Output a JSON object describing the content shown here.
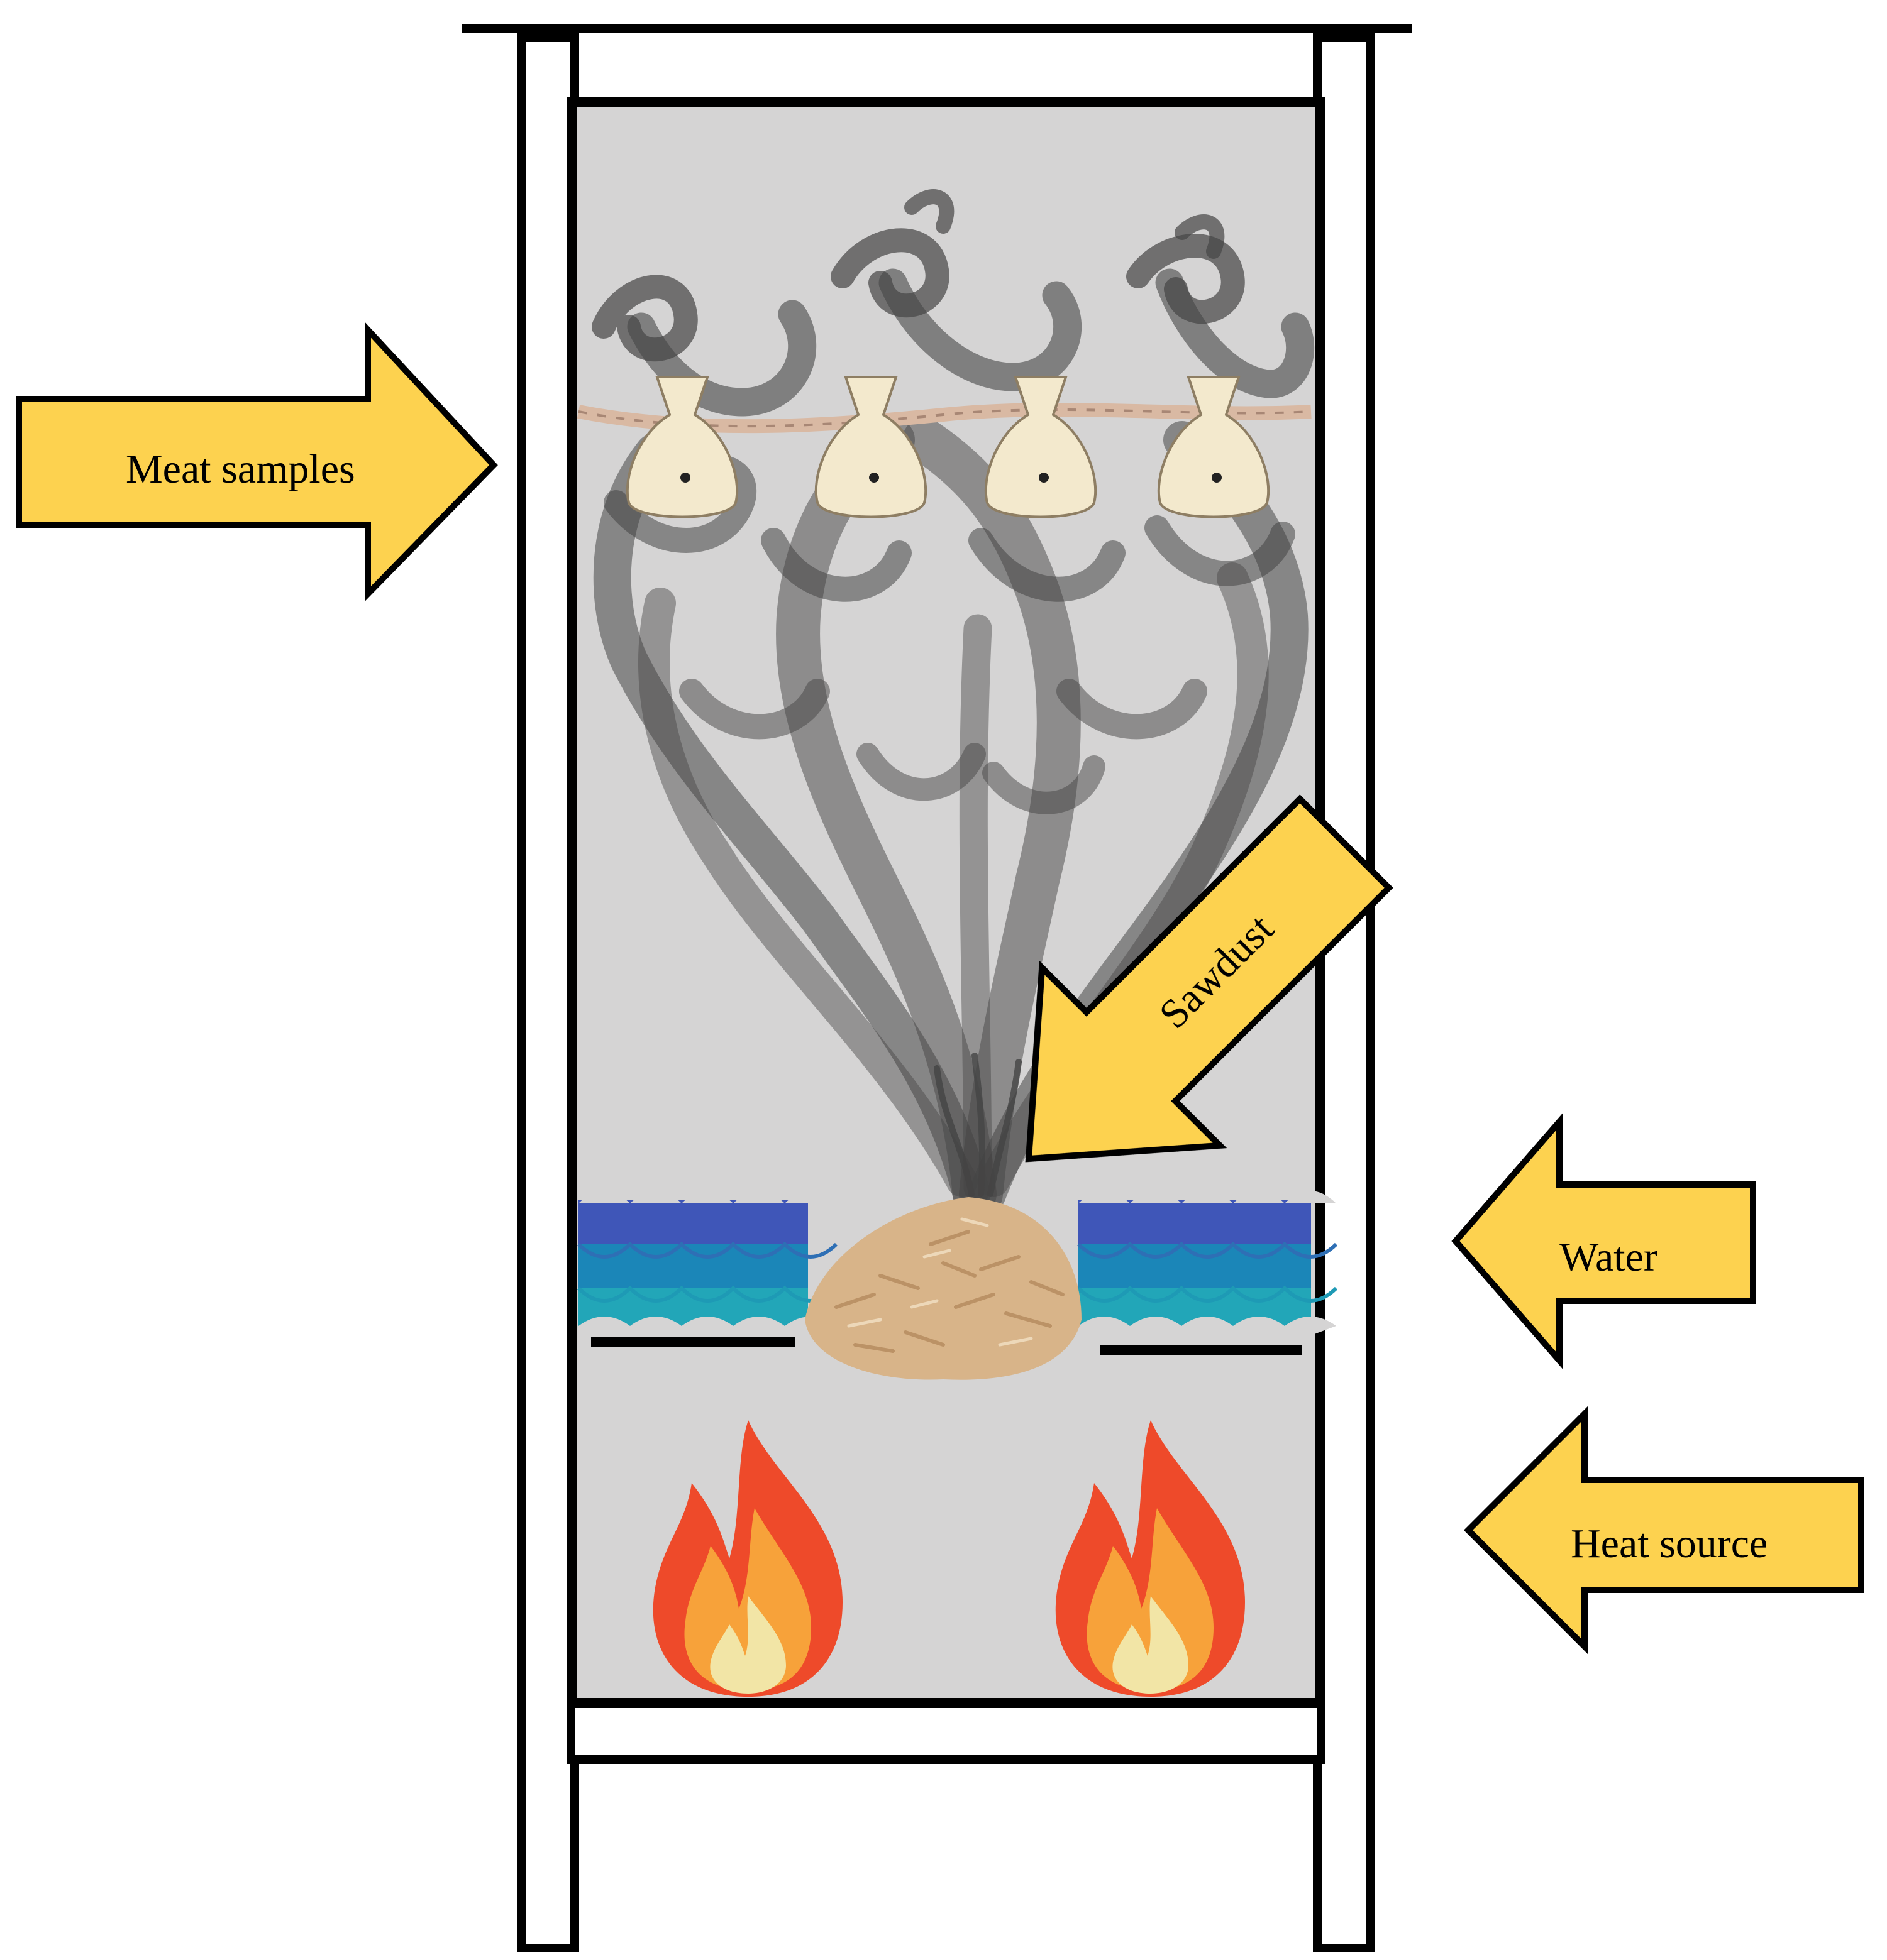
{
  "labels": {
    "meat_samples": "Meat samples",
    "sawdust": "Sawdust",
    "water": "Water",
    "heat_source": "Heat source"
  },
  "colors": {
    "arrow_fill": "#FDD24F",
    "chamber_fill": "#D5D4D4",
    "smoke": "#2B2B2B",
    "bag_fill": "#F3E9CD",
    "rope": "#D9B9A3",
    "water_top": "#3F56B8",
    "water_mid": "#1B86B8",
    "water_bottom": "#22A6B8",
    "sawdust": "#D8B489",
    "flame_outer": "#EE4A2A",
    "flame_mid": "#F7A23A",
    "flame_inner": "#F2E5A6"
  }
}
